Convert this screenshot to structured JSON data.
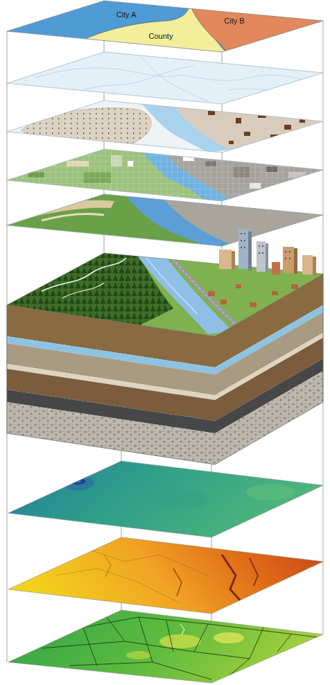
{
  "diagram": {
    "nodes": [
      {
        "text": [
          "City A"
        ]
      },
      {
        "text": [
          "County"
        ]
      },
      {
        "text": [
          "City B"
        ]
      }
    ]
  }
}
